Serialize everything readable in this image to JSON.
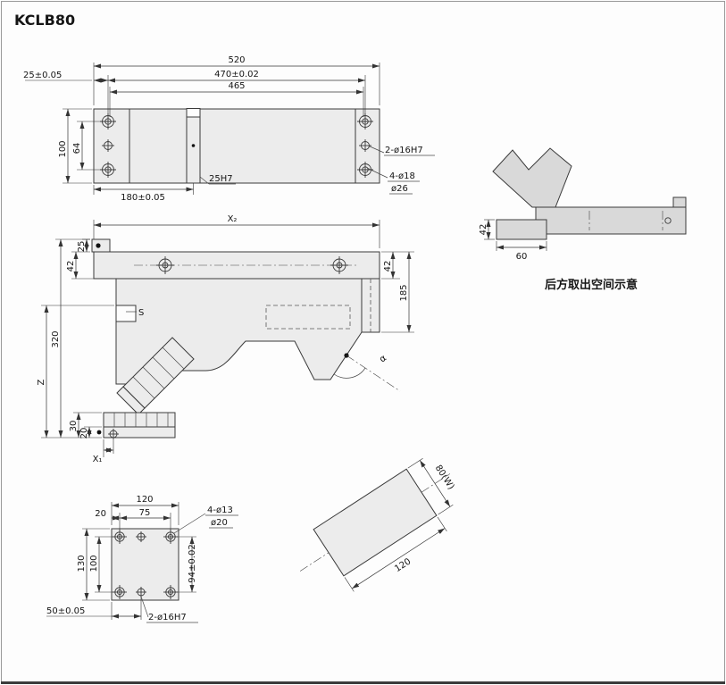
{
  "title": "KCLB80",
  "top_view": {
    "dims": {
      "overall_width": "520",
      "hole_span": "470±0.02",
      "inner_span": "465",
      "edge_offset": "25±0.05",
      "height": "100",
      "hole_height": "64",
      "slot_position": "180±0.05",
      "slot_width": "25H7"
    },
    "callouts": {
      "center_holes": "2-ø16H7",
      "corner_holes": "4-ø18",
      "counterbore": "ø26"
    }
  },
  "front_view": {
    "dims": {
      "x2": "X₂",
      "x1": "X₁",
      "top_left_42": "42",
      "top_left_25": "25",
      "top_right_42": "42",
      "right_185": "185",
      "left_320": "320",
      "stroke_z": "Z",
      "bottom_30": "30",
      "bottom_20": "20",
      "label_s": "S",
      "angle_alpha": "α"
    }
  },
  "side_view": {
    "dims": {
      "height_42": "42",
      "width_60": "60"
    },
    "caption": "后方取出空间示意"
  },
  "bottom_view": {
    "dims": {
      "width_120": "120",
      "offset_20": "20",
      "span_75": "75",
      "height_130": "130",
      "span_100": "100",
      "offset_50": "50±0.05",
      "span_94": "94±0.02"
    },
    "callouts": {
      "corner_holes": "4-ø13",
      "counterbore": "ø20",
      "center_holes": "2-ø16H7"
    }
  },
  "iso_view": {
    "dims": {
      "width": "80(W)",
      "length": "120"
    }
  }
}
